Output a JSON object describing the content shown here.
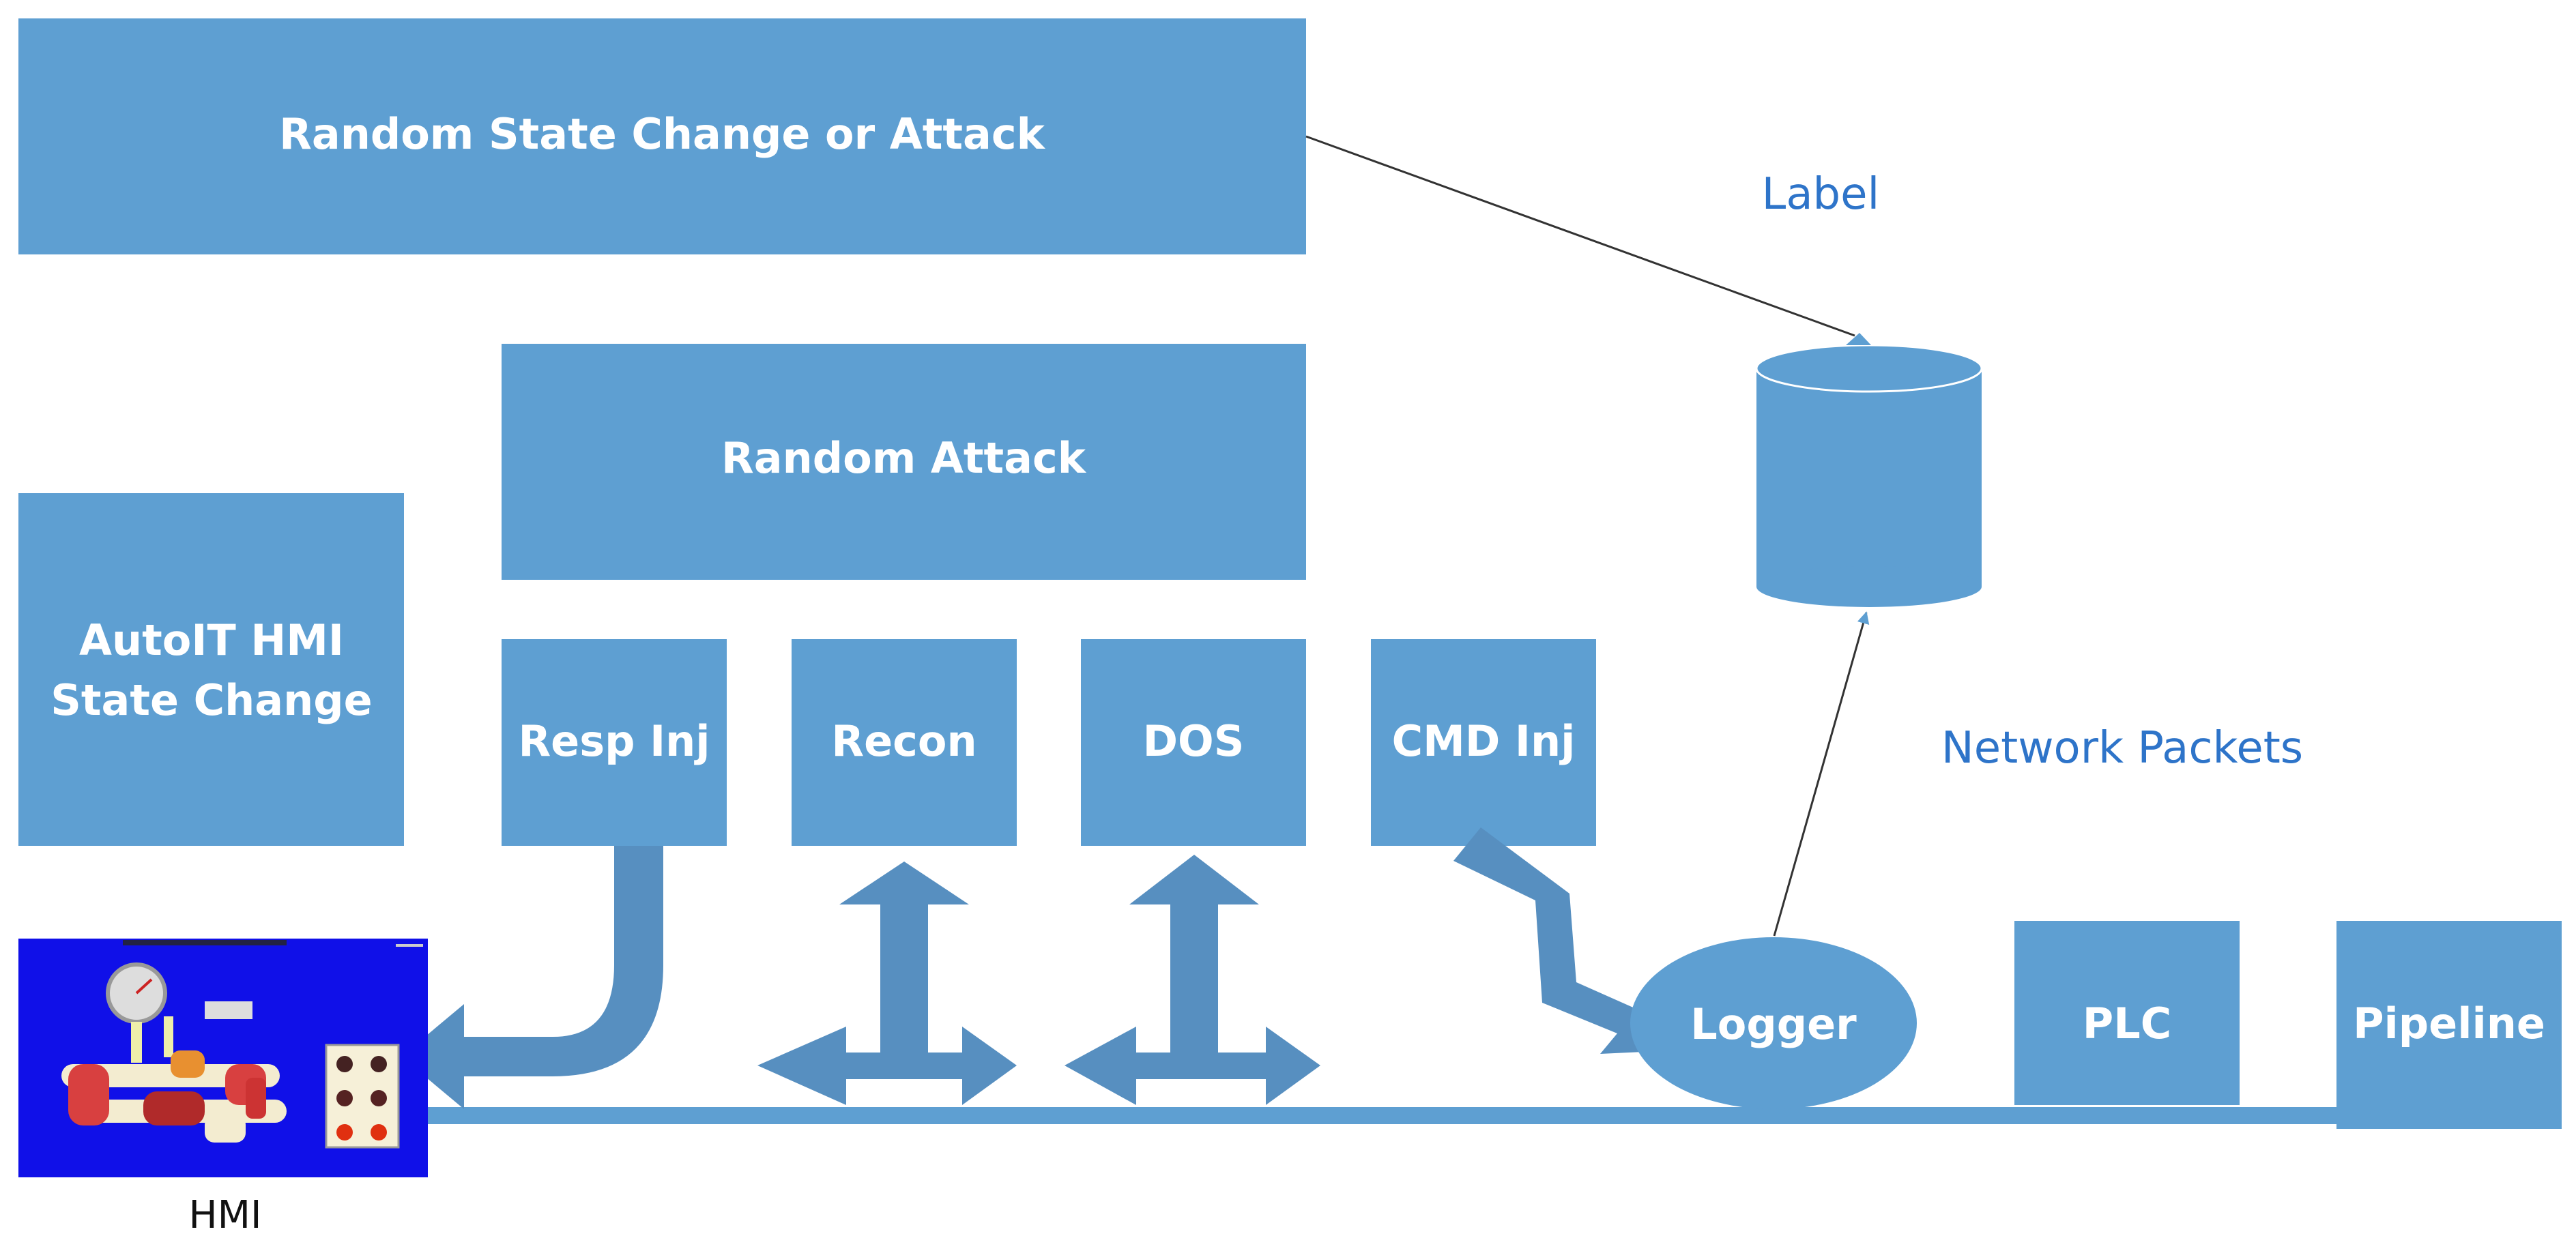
{
  "colors": {
    "box_fill": "#5e9fd2",
    "arrow_fill": "#578fc0",
    "label_blue": "#2e74c9",
    "hmi_screen": "#1010e8"
  },
  "boxes": {
    "random_state_change": "Random State Change or Attack",
    "random_attack": "Random Attack",
    "autoit_line1": "AutoIT HMI",
    "autoit_line2": "State Change",
    "resp_inj": "Resp Inj",
    "recon": "Recon",
    "dos": "DOS",
    "cmd_inj": "CMD Inj",
    "logger": "Logger",
    "plc": "PLC",
    "pipeline": "Pipeline"
  },
  "labels": {
    "label": "Label",
    "network_packets": "Network Packets",
    "hmi": "HMI"
  },
  "icons": {
    "database": "database-cylinder-icon",
    "hmi_screen": "hmi-pipeline-screenshot-icon"
  }
}
